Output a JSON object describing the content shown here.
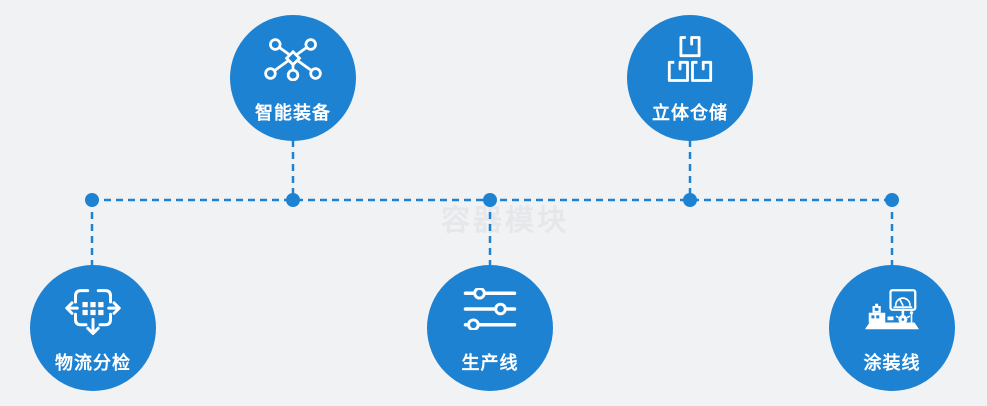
{
  "watermark": "容器模块",
  "colors": {
    "accent": "#1e82d2",
    "background": "#f1f2f4",
    "icon": "#ffffff",
    "watermark": "#e6e7ea"
  },
  "nodes": [
    {
      "label": "智能装备",
      "icon": "network-nodes-icon"
    },
    {
      "label": "立体仓储",
      "icon": "stacked-boxes-icon"
    },
    {
      "label": "物流分检",
      "icon": "sorting-arrows-icon"
    },
    {
      "label": "生产线",
      "icon": "sliders-icon"
    },
    {
      "label": "涂装线",
      "icon": "paint-machine-icon"
    }
  ]
}
